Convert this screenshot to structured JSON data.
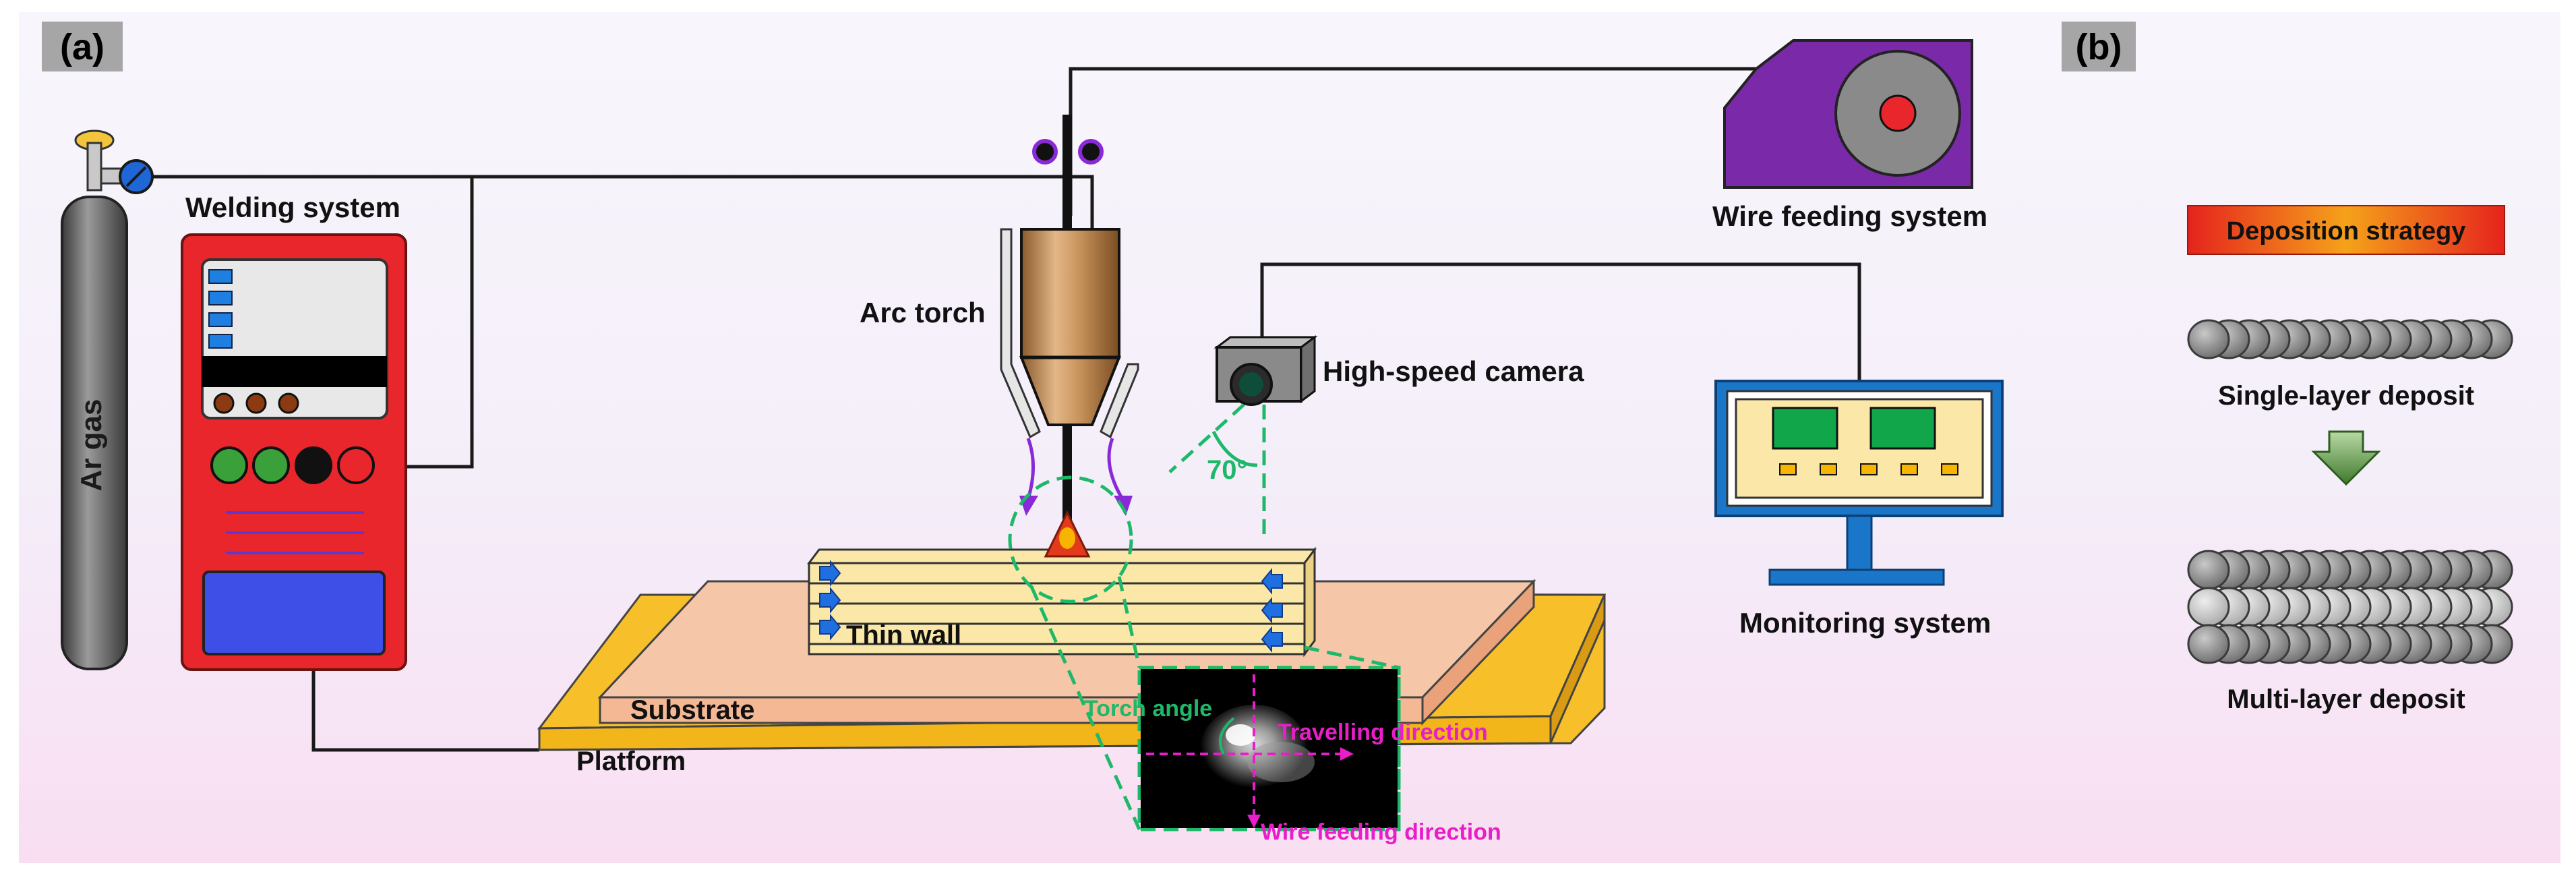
{
  "panels": {
    "a": "(a)",
    "b": "(b)"
  },
  "labels": {
    "ar_gas": "Ar gas",
    "welding_system": "Welding system",
    "arc_torch": "Arc torch",
    "wire_feeding_system": "Wire feeding system",
    "high_speed_camera": "High-speed camera",
    "angle": "70°",
    "monitoring_system": "Monitoring system",
    "thin_wall": "Thin wall",
    "substrate": "Substrate",
    "platform": "Platform",
    "torch_angle": "Torch angle",
    "travelling_direction": "Travelling direction",
    "wire_feeding_direction": "Wire feeding direction"
  },
  "strategy": {
    "title": "Deposition strategy",
    "single": "Single-layer deposit",
    "multi": "Multi-layer deposit"
  },
  "colors": {
    "purple": "#7a2aa8",
    "red": "#e8262b",
    "green_dash": "#1fb86a",
    "magenta": "#e81ec8",
    "platform": "#f7c02b",
    "substrate": "#f6c6a8",
    "wall": "#fbe8a8",
    "monitor_blue": "#1a76c9",
    "torch": "#c99760"
  }
}
